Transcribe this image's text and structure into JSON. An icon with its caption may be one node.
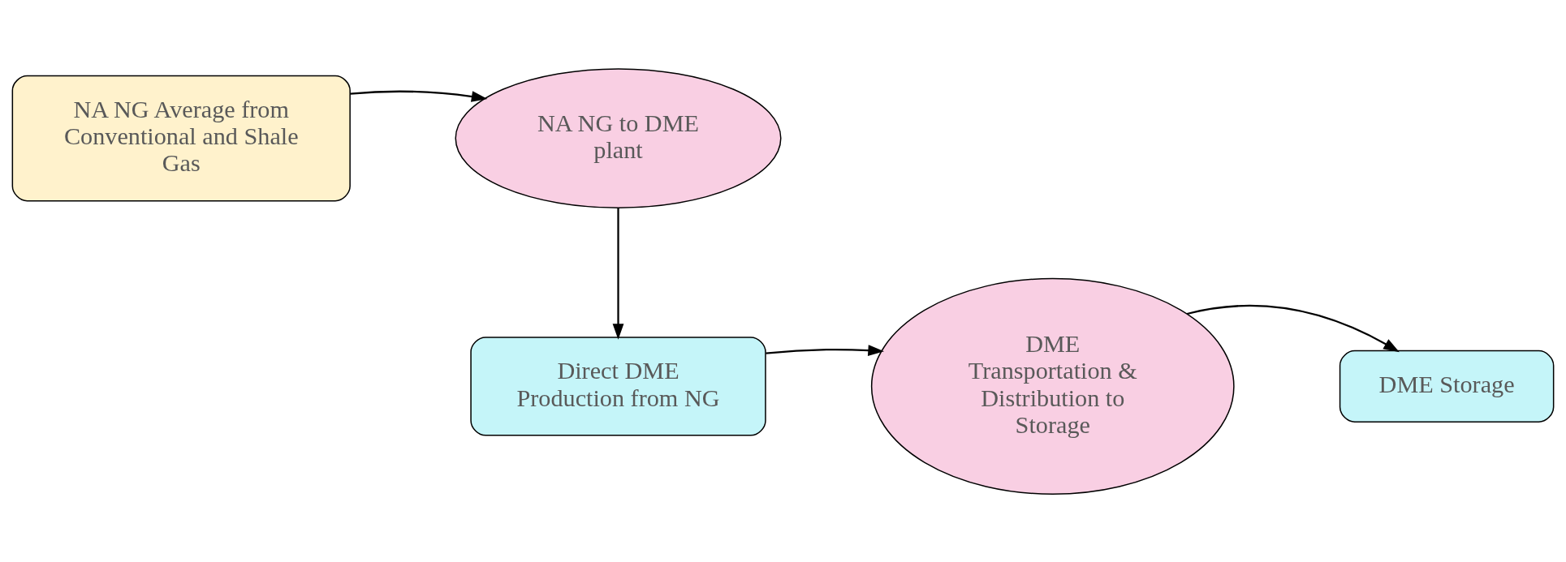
{
  "diagram": {
    "nodes": [
      {
        "text": [
          "NA NG Average from Conventional and Shale Gas"
        ]
      },
      {
        "text": [
          "NA NG to DME plant"
        ]
      },
      {
        "text": [
          "Direct DME Production from NG"
        ]
      },
      {
        "text": [
          "DME Transportation & Distribution to Storage"
        ]
      },
      {
        "text": [
          "DME Storage"
        ]
      }
    ],
    "edges": [
      {
        "from": 0,
        "to": 1,
        "arrow": "to"
      },
      {
        "from": 1,
        "to": 2,
        "arrow": "to"
      },
      {
        "from": 2,
        "to": 3,
        "arrow": "to"
      },
      {
        "from": 3,
        "to": 4,
        "arrow": "to"
      }
    ]
  }
}
